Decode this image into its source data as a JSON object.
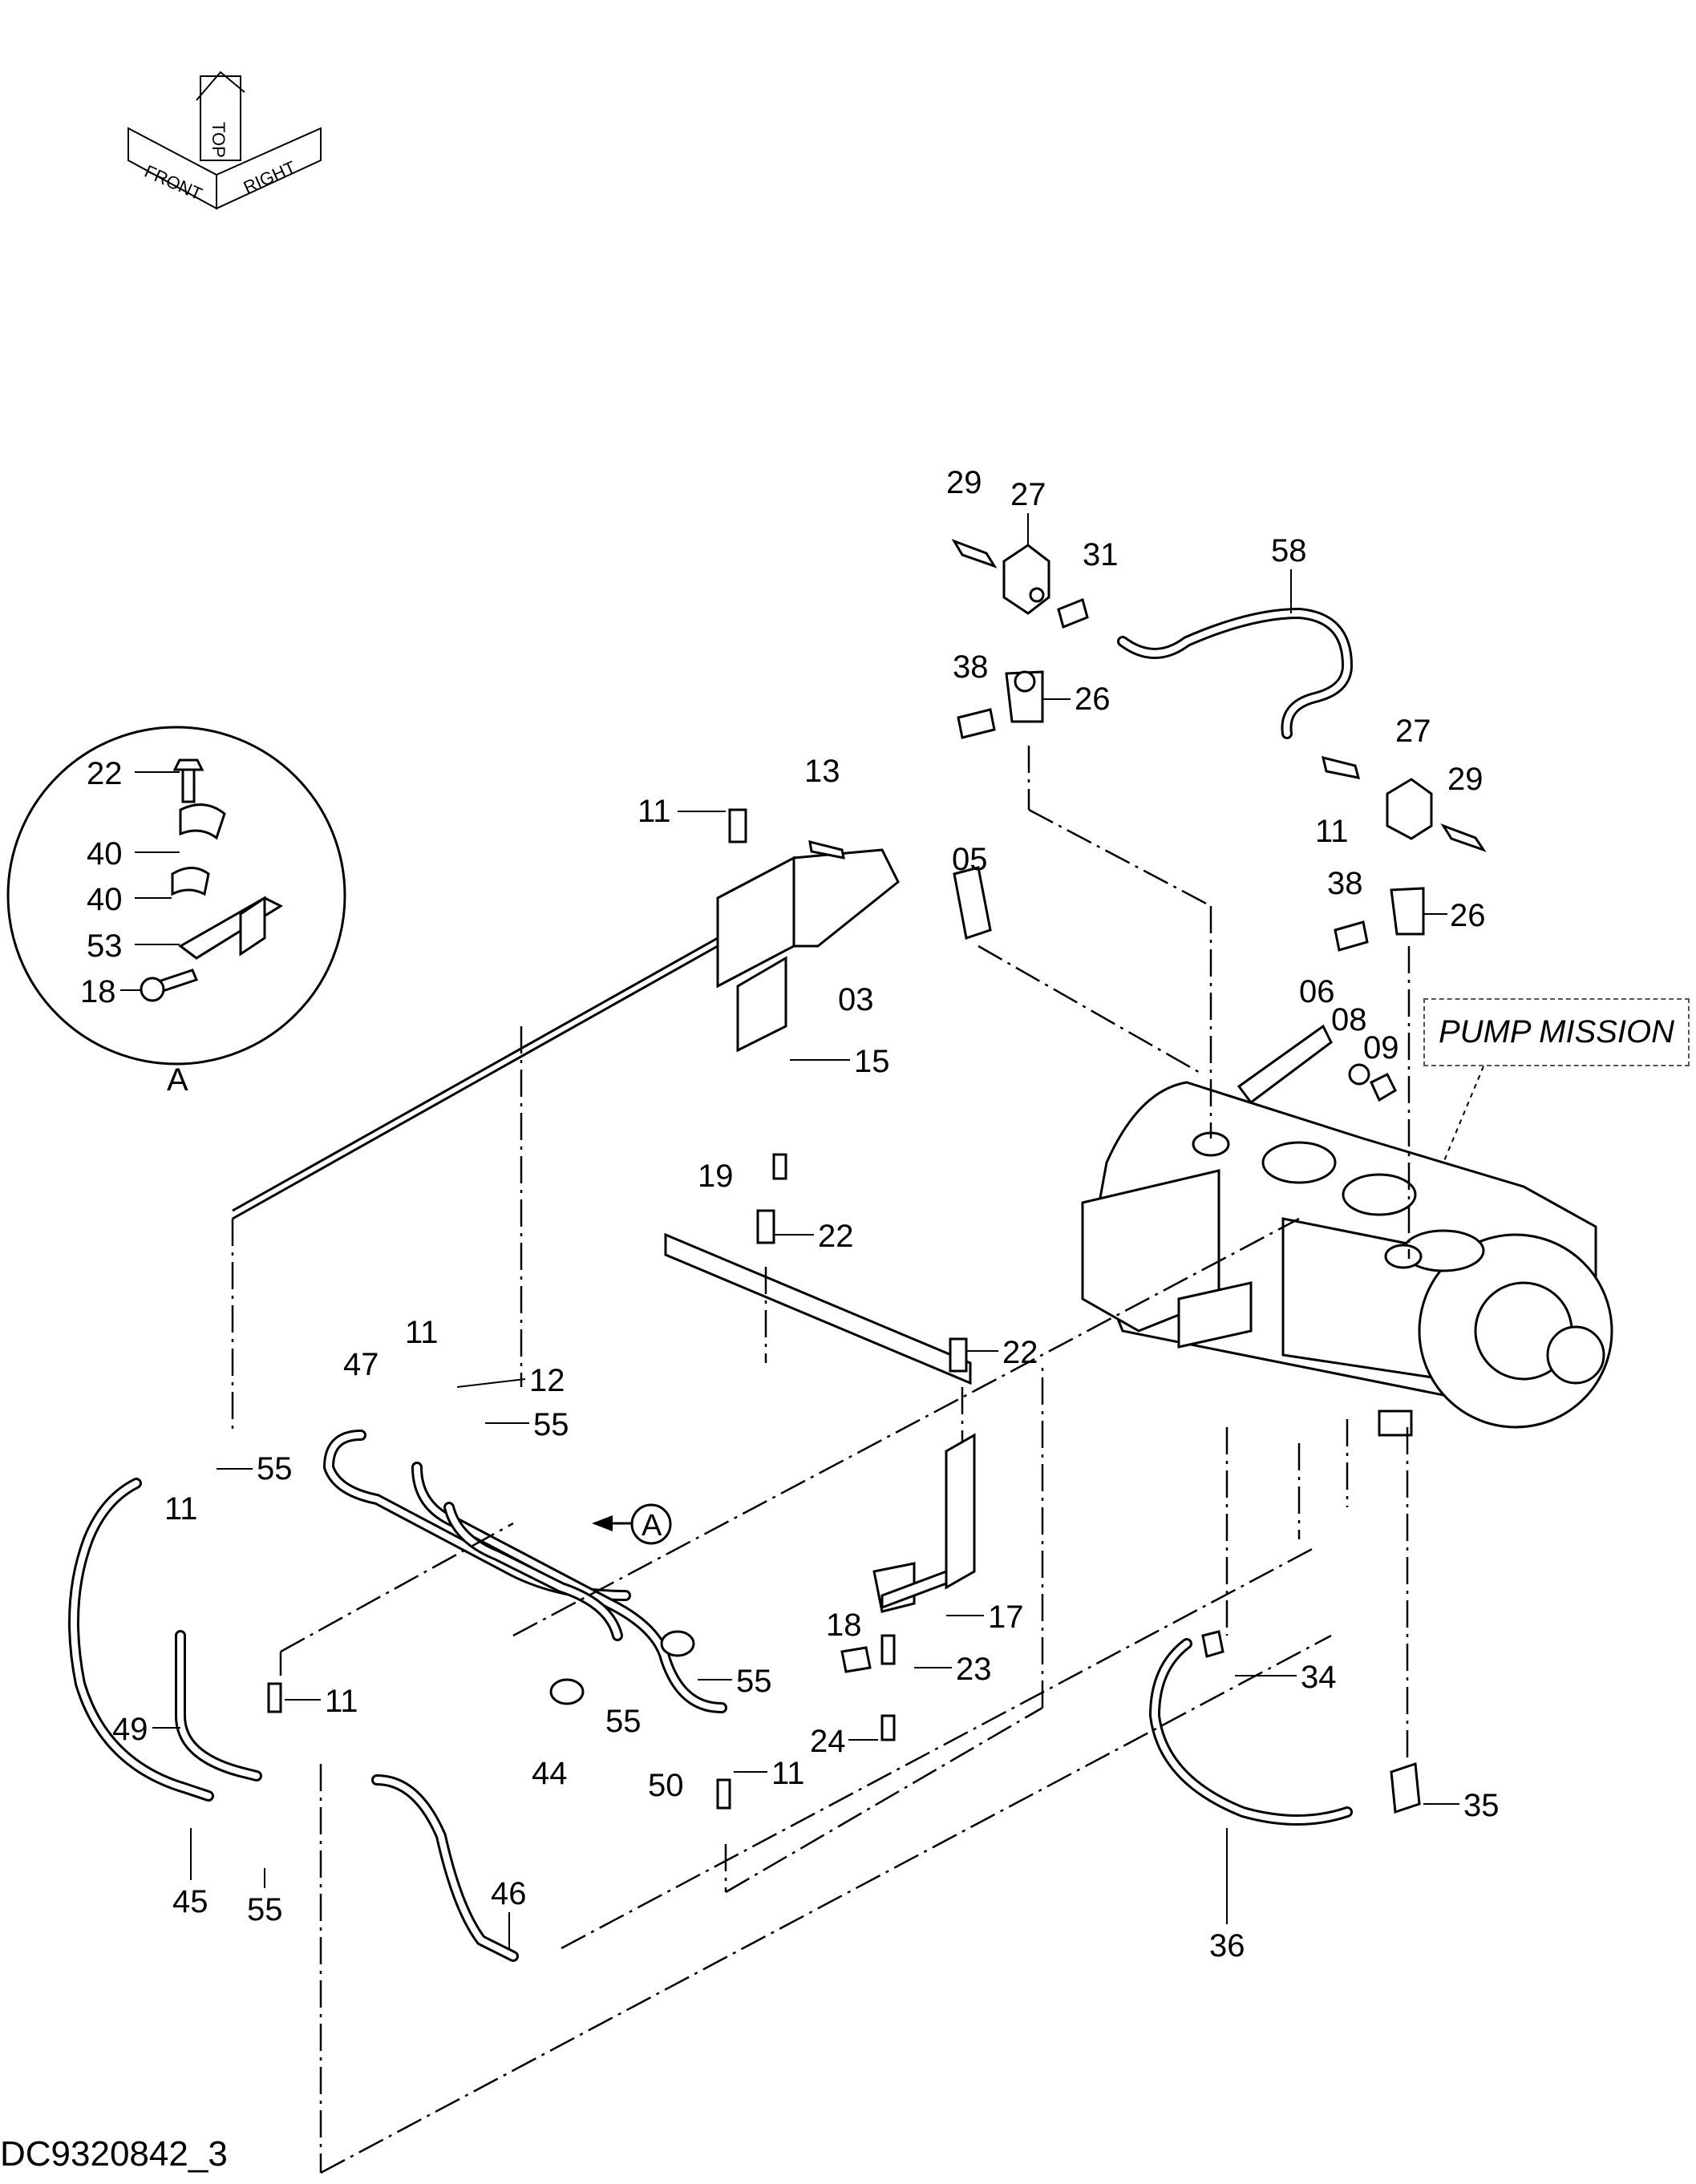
{
  "orientation": {
    "front": "FRONT",
    "top": "TOP",
    "right": "RIGHT"
  },
  "callout": "PUMP MISSION",
  "detail_label": "A",
  "doc_id": "DC9320842_3",
  "parts": [
    {
      "id": "p29a",
      "label": "29"
    },
    {
      "id": "p27a",
      "label": "27"
    },
    {
      "id": "p31",
      "label": "31"
    },
    {
      "id": "p58",
      "label": "58"
    },
    {
      "id": "p38a",
      "label": "38"
    },
    {
      "id": "p26a",
      "label": "26"
    },
    {
      "id": "p27b",
      "label": "27"
    },
    {
      "id": "p29b",
      "label": "29"
    },
    {
      "id": "p11a",
      "label": "11"
    },
    {
      "id": "p13",
      "label": "13"
    },
    {
      "id": "p05",
      "label": "05"
    },
    {
      "id": "p11b",
      "label": "11"
    },
    {
      "id": "p38b",
      "label": "38"
    },
    {
      "id": "p26b",
      "label": "26"
    },
    {
      "id": "p03",
      "label": "03"
    },
    {
      "id": "p15",
      "label": "15"
    },
    {
      "id": "p06",
      "label": "06"
    },
    {
      "id": "p08",
      "label": "08"
    },
    {
      "id": "p09",
      "label": "09"
    },
    {
      "id": "p19",
      "label": "19"
    },
    {
      "id": "p22a",
      "label": "22"
    },
    {
      "id": "p22b",
      "label": "22"
    },
    {
      "id": "p47",
      "label": "47"
    },
    {
      "id": "p11c",
      "label": "11"
    },
    {
      "id": "p12",
      "label": "12"
    },
    {
      "id": "p55a",
      "label": "55"
    },
    {
      "id": "p11d",
      "label": "11"
    },
    {
      "id": "p55b",
      "label": "55"
    },
    {
      "id": "p17",
      "label": "17"
    },
    {
      "id": "p18a",
      "label": "18"
    },
    {
      "id": "p23",
      "label": "23"
    },
    {
      "id": "p55c",
      "label": "55"
    },
    {
      "id": "p11e",
      "label": "11"
    },
    {
      "id": "p55d",
      "label": "55"
    },
    {
      "id": "p49",
      "label": "49"
    },
    {
      "id": "p44",
      "label": "44"
    },
    {
      "id": "p50",
      "label": "50"
    },
    {
      "id": "p24",
      "label": "24"
    },
    {
      "id": "p11f",
      "label": "11"
    },
    {
      "id": "p34",
      "label": "34"
    },
    {
      "id": "p35",
      "label": "35"
    },
    {
      "id": "p45",
      "label": "45"
    },
    {
      "id": "p55e",
      "label": "55"
    },
    {
      "id": "p46",
      "label": "46"
    },
    {
      "id": "p36",
      "label": "36"
    },
    {
      "id": "d22",
      "label": "22"
    },
    {
      "id": "d40a",
      "label": "40"
    },
    {
      "id": "d40b",
      "label": "40"
    },
    {
      "id": "d53",
      "label": "53"
    },
    {
      "id": "d18",
      "label": "18"
    }
  ]
}
